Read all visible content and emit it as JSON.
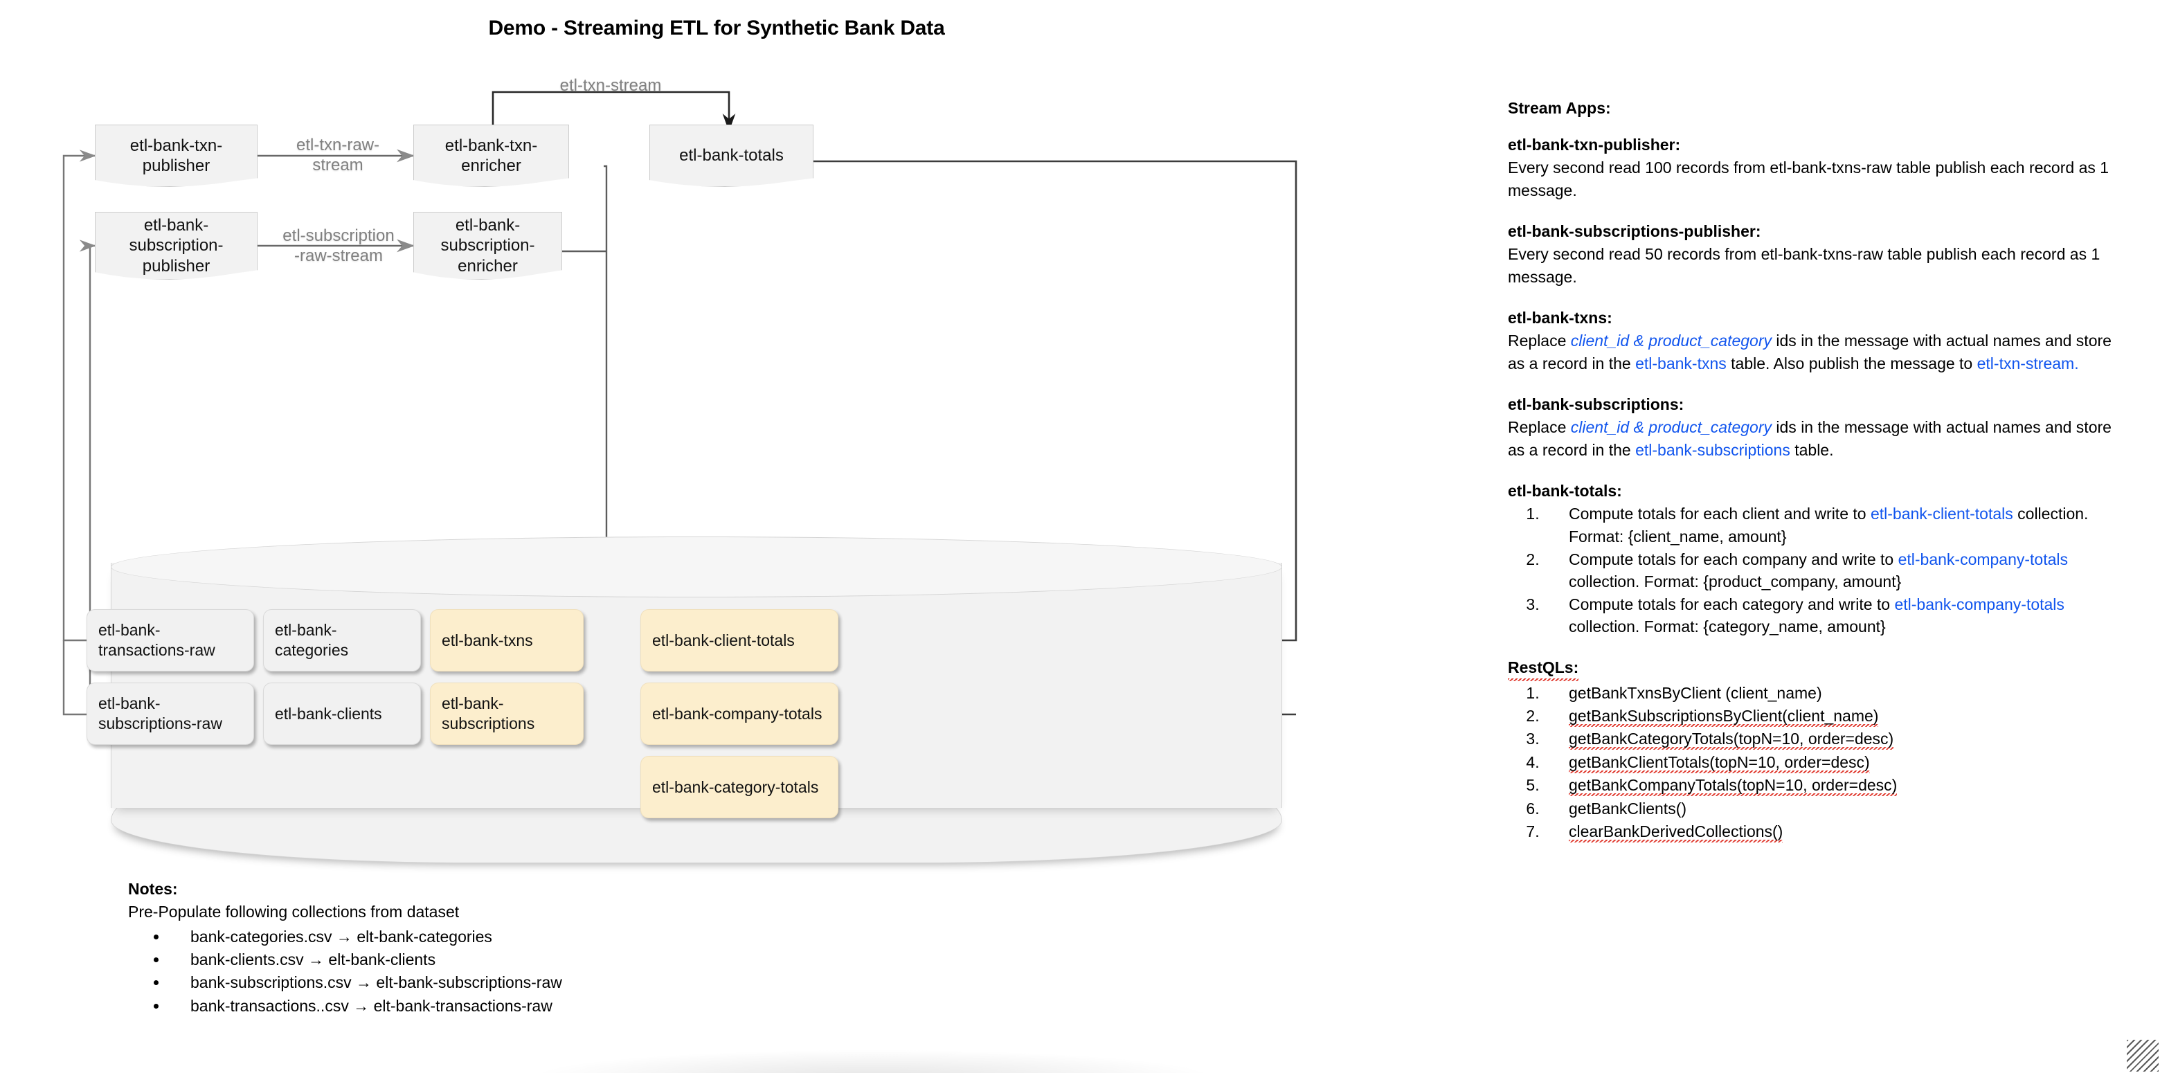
{
  "title": "Demo - Streaming ETL for Synthetic Bank Data",
  "diagram": {
    "processes": [
      {
        "id": "txn-publisher",
        "label": "etl-bank-txn-publisher"
      },
      {
        "id": "txn-enricher",
        "label": "etl-bank-txn-enricher"
      },
      {
        "id": "totals",
        "label": "etl-bank-totals"
      },
      {
        "id": "subscription-publisher",
        "label": "etl-bank-subscription-publisher"
      },
      {
        "id": "subscription-enricher",
        "label": "etl-bank-subscription-enricher"
      }
    ],
    "edge_labels": [
      {
        "id": "txn-stream",
        "label": "etl-txn-stream"
      },
      {
        "id": "txn-raw-stream",
        "label": "etl-txn-raw-\nstream"
      },
      {
        "id": "subscription-raw-stream",
        "label": "etl-subscription\n-raw-stream"
      }
    ],
    "collections": [
      {
        "id": "transactions-raw",
        "label": "etl-bank-transactions-raw",
        "color": "grey"
      },
      {
        "id": "subscriptions-raw",
        "label": "etl-bank-subscriptions-raw",
        "color": "grey"
      },
      {
        "id": "categories",
        "label": "etl-bank-categories",
        "color": "grey"
      },
      {
        "id": "clients",
        "label": "etl-bank-clients",
        "color": "grey"
      },
      {
        "id": "txns",
        "label": "etl-bank-txns",
        "color": "yellow"
      },
      {
        "id": "subscriptions",
        "label": "etl-bank-subscriptions",
        "color": "yellow"
      },
      {
        "id": "client-totals",
        "label": "etl-bank-client-totals",
        "color": "yellow"
      },
      {
        "id": "company-totals",
        "label": "etl-bank-company-totals",
        "color": "yellow"
      },
      {
        "id": "category-totals",
        "label": "etl-bank-category-totals",
        "color": "yellow"
      }
    ],
    "colors": {
      "node_fill": "#f2f2f2",
      "highlight_fill": "#fceecd",
      "edge": "#4d4d4d",
      "edge_label": "#808080",
      "reference_link": "#1155ee"
    }
  },
  "notes": {
    "heading": "Notes:",
    "intro": "Pre-Populate following collections from dataset",
    "items": [
      "bank-categories.csv  →  elt-bank-categories",
      "bank-clients.csv  →  elt-bank-clients",
      "bank-subscriptions.csv  →  elt-bank-subscriptions-raw",
      "bank-transactions..csv  →  elt-bank-transactions-raw"
    ]
  },
  "panel": {
    "stream_apps_heading": "Stream Apps:",
    "apps": [
      {
        "name": "etl-bank-txn-publisher:",
        "body_1": "Every second read 100 records from etl-bank-txns-raw table publish each record as 1 message."
      },
      {
        "name": "etl-bank-subscriptions-publisher:",
        "body_1": "Every second read 50 records from etl-bank-txns-raw table publish each record as 1 message."
      }
    ],
    "txns": {
      "name": "etl-bank-txns:",
      "t1": "Replace ",
      "ref1": "client_id & product_category",
      "t2": " ids in the message with actual names and store as a record in the ",
      "ref2": "etl-bank-txns",
      "t3": " table. Also publish the message to ",
      "ref3": "etl-txn-stream.",
      "t4": ""
    },
    "subscriptions": {
      "name": "etl-bank-subscriptions:",
      "t1": "Replace ",
      "ref1": "client_id & product_category",
      "t2": " ids in the message with actual names and store as a record in the ",
      "ref2": "etl-bank-subscriptions",
      "t3": " table."
    },
    "totals": {
      "name": "etl-bank-totals:",
      "steps": [
        {
          "t1": "Compute totals for each client and write to ",
          "ref": "etl-bank-client-totals",
          "t2": " collection. Format: {client_name, amount}"
        },
        {
          "t1": "Compute totals for each company and write to ",
          "ref": "etl-bank-company-totals",
          "t2": " collection. Format: {product_company, amount}"
        },
        {
          "t1": "Compute totals for each category and write to ",
          "ref": "etl-bank-company-totals",
          "t2": " collection. Format: {category_name, amount}"
        }
      ]
    },
    "restqls": {
      "heading": "RestQLs:",
      "items": [
        "getBankTxnsByClient (client_name)",
        "getBankSubscriptionsByClient(client_name)",
        "getBankCategoryTotals(topN=10, order=desc)",
        "getBankClientTotals(topN=10, order=desc)",
        "getBankCompanyTotals(topN=10, order=desc)",
        "getBankClients()",
        "clearBankDerivedCollections()"
      ]
    }
  }
}
